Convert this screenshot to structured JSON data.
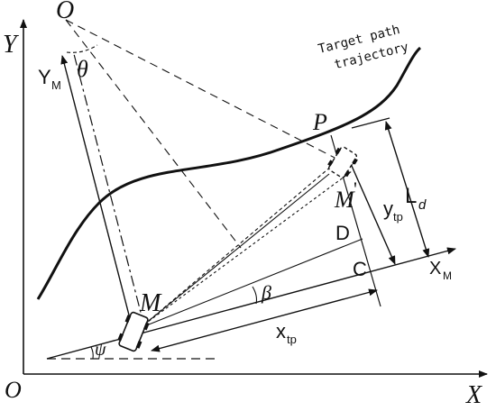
{
  "labels": {
    "origin_top": "O",
    "theta": "θ",
    "y_axis": "Y",
    "y_m": "Y",
    "y_m_sub": "M",
    "target_line1": "Target path",
    "target_line2": "trajectory",
    "point_p": "P",
    "l_d": "L",
    "l_d_sub": "d",
    "m_prime": "M",
    "m_prime_mark": "'",
    "y_tp": "y",
    "y_tp_sub": "tp",
    "point_d": "D",
    "point_c": "C",
    "x_m": "X",
    "x_m_sub": "M",
    "point_m": "M",
    "beta": "β",
    "x_tp": "x",
    "x_tp_sub": "tp",
    "psi": "ψ",
    "origin_bottom": "O",
    "x_axis": "X"
  }
}
